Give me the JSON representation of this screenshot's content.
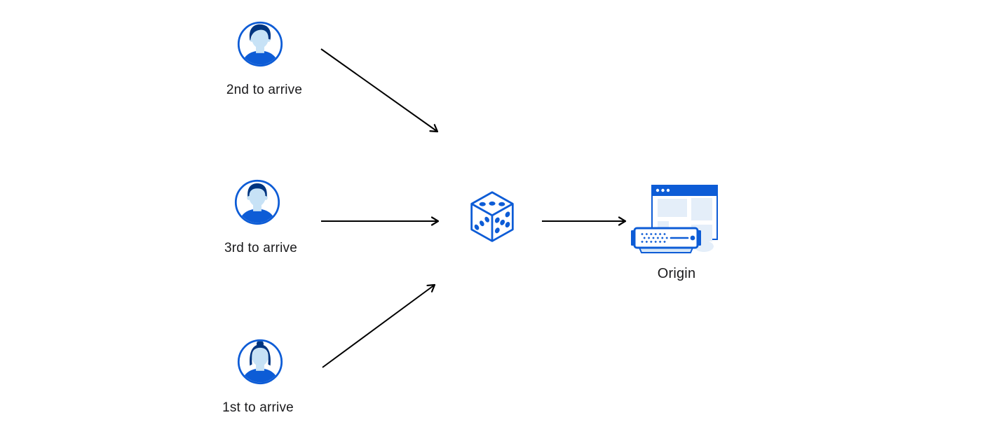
{
  "diagram": {
    "nodes": [
      {
        "id": "visitor-2nd",
        "label": "2nd to arrive",
        "icon": "user-avatar-man-icon"
      },
      {
        "id": "visitor-3rd",
        "label": "3rd to arrive",
        "icon": "user-avatar-man-short-hair-icon"
      },
      {
        "id": "visitor-1st",
        "label": "1st to arrive",
        "icon": "user-avatar-woman-icon"
      },
      {
        "id": "randomizer",
        "label": "",
        "icon": "dice-icon"
      },
      {
        "id": "origin",
        "label": "Origin",
        "icon": "origin-server-icon"
      }
    ],
    "edges": [
      {
        "from": "visitor-2nd",
        "to": "randomizer"
      },
      {
        "from": "visitor-3rd",
        "to": "randomizer"
      },
      {
        "from": "visitor-1st",
        "to": "randomizer"
      },
      {
        "from": "randomizer",
        "to": "origin"
      }
    ],
    "colors": {
      "primary_blue": "#0D5CD6",
      "dark_navy": "#003580",
      "skin_light_blue": "#C7E2F6",
      "pale_blue": "#E4EEF9",
      "shadow_blue": "#D7E8F8",
      "arrow": "#000000",
      "text": "#1A1A1C",
      "background": "#FFFFFF"
    }
  }
}
